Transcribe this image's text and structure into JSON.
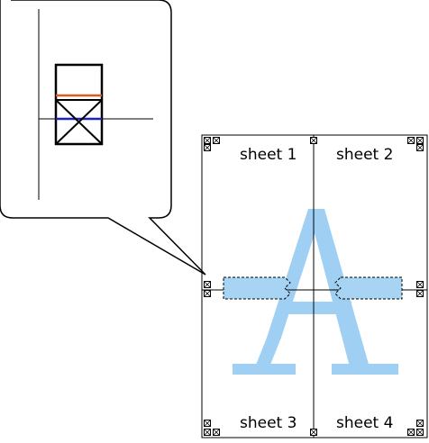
{
  "sheets": [
    {
      "label": "sheet 1"
    },
    {
      "label": "sheet 2"
    },
    {
      "label": "sheet 3"
    },
    {
      "label": "sheet 4"
    }
  ],
  "watermark": {
    "glyph": "A",
    "color": "#9fd0f4"
  },
  "colors": {
    "outline": "#000000",
    "guide_orange": "#e05a1e",
    "guide_blue": "#1c22c8",
    "glue_fill": "#a7d4f3"
  },
  "icons": [
    "alignment-mark-icon",
    "zoom-callout",
    "glue-strip"
  ]
}
